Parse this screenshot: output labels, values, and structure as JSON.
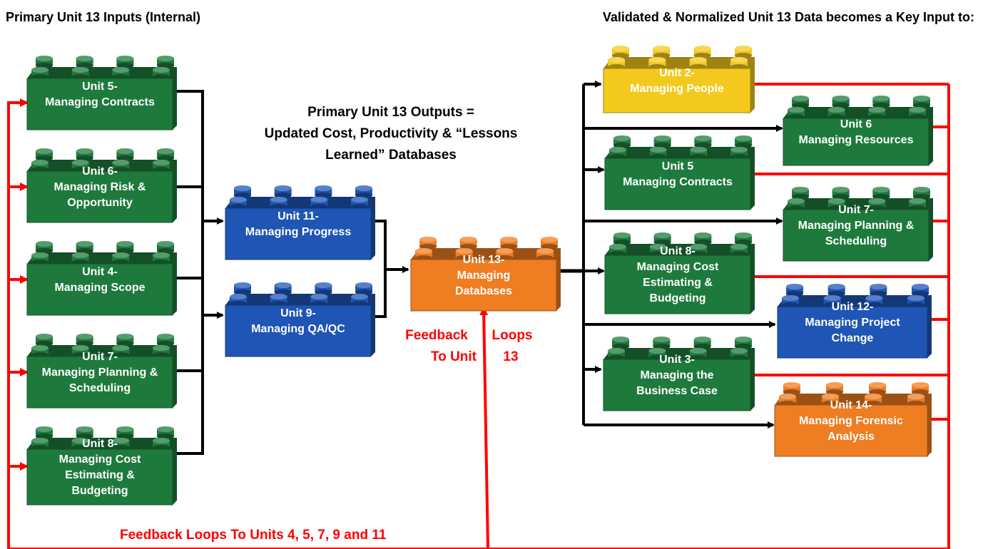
{
  "headings": {
    "inputs": "Primary Unit 13 Inputs (Internal)",
    "key_input": "Validated & Normalized Unit 13 Data becomes a Key Input to:",
    "outputs": [
      "Primary Unit 13 Outputs =",
      "Updated Cost, Productivity & “Lessons",
      "Learned” Databases"
    ]
  },
  "feedback": {
    "unit13_word1": "Feedback",
    "unit13_word2": "Loops",
    "unit13_word3": "To Unit",
    "unit13_word4": "13",
    "units": "Feedback Loops To Units  4, 5, 7, 9 and 11"
  },
  "colors": {
    "green": "#1e7a3c",
    "blue": "#1f55b5",
    "orange": "#ef7d22",
    "yellow": "#f3c91e",
    "brown": "#8a4a10",
    "arrow_black": "#000000",
    "arrow_red": "#ff0000"
  },
  "bricks": [
    {
      "id": "in-unit-5",
      "color": "green",
      "lines": [
        "Unit 5-",
        "Managing Contracts"
      ]
    },
    {
      "id": "in-unit-6",
      "color": "green",
      "lines": [
        "Unit 6-",
        "Managing Risk &",
        "Opportunity"
      ]
    },
    {
      "id": "in-unit-4",
      "color": "green",
      "lines": [
        "Unit 4-",
        "Managing Scope"
      ]
    },
    {
      "id": "in-unit-7",
      "color": "green",
      "lines": [
        "Unit 7-",
        "Managing Planning &",
        "Scheduling"
      ]
    },
    {
      "id": "in-unit-8",
      "color": "green",
      "lines": [
        "Unit 8-",
        "Managing Cost",
        "Estimating &",
        "Budgeting"
      ]
    },
    {
      "id": "mid-unit-11",
      "color": "blue",
      "lines": [
        "Unit 11-",
        "Managing Progress"
      ]
    },
    {
      "id": "mid-unit-9",
      "color": "blue",
      "lines": [
        "Unit 9-",
        "Managing QA/QC"
      ]
    },
    {
      "id": "center-unit-13",
      "color": "orange",
      "lines": [
        "Unit 13-",
        "Managing",
        "Databases"
      ]
    },
    {
      "id": "out-unit-2",
      "color": "yellow",
      "lines": [
        "Unit 2-",
        "Managing People"
      ]
    },
    {
      "id": "out-unit-6",
      "color": "green",
      "lines": [
        "Unit 6",
        "Managing Resources"
      ]
    },
    {
      "id": "out-unit-5",
      "color": "green",
      "lines": [
        "Unit 5",
        "Managing Contracts"
      ]
    },
    {
      "id": "out-unit-7",
      "color": "green",
      "lines": [
        "Unit 7-",
        "Managing Planning &",
        "Scheduling"
      ]
    },
    {
      "id": "out-unit-8",
      "color": "green",
      "lines": [
        "Unit 8-",
        "Managing Cost",
        "Estimating &",
        "Budgeting"
      ]
    },
    {
      "id": "out-unit-12",
      "color": "blue",
      "lines": [
        "Unit 12-",
        "Managing Project",
        "Change"
      ]
    },
    {
      "id": "out-unit-3",
      "color": "green",
      "lines": [
        "Unit 3-",
        "Managing the",
        "Business Case"
      ]
    },
    {
      "id": "out-unit-14",
      "color": "orange",
      "lines": [
        "Unit 14-",
        "Managing Forensic",
        "Analysis"
      ]
    }
  ]
}
